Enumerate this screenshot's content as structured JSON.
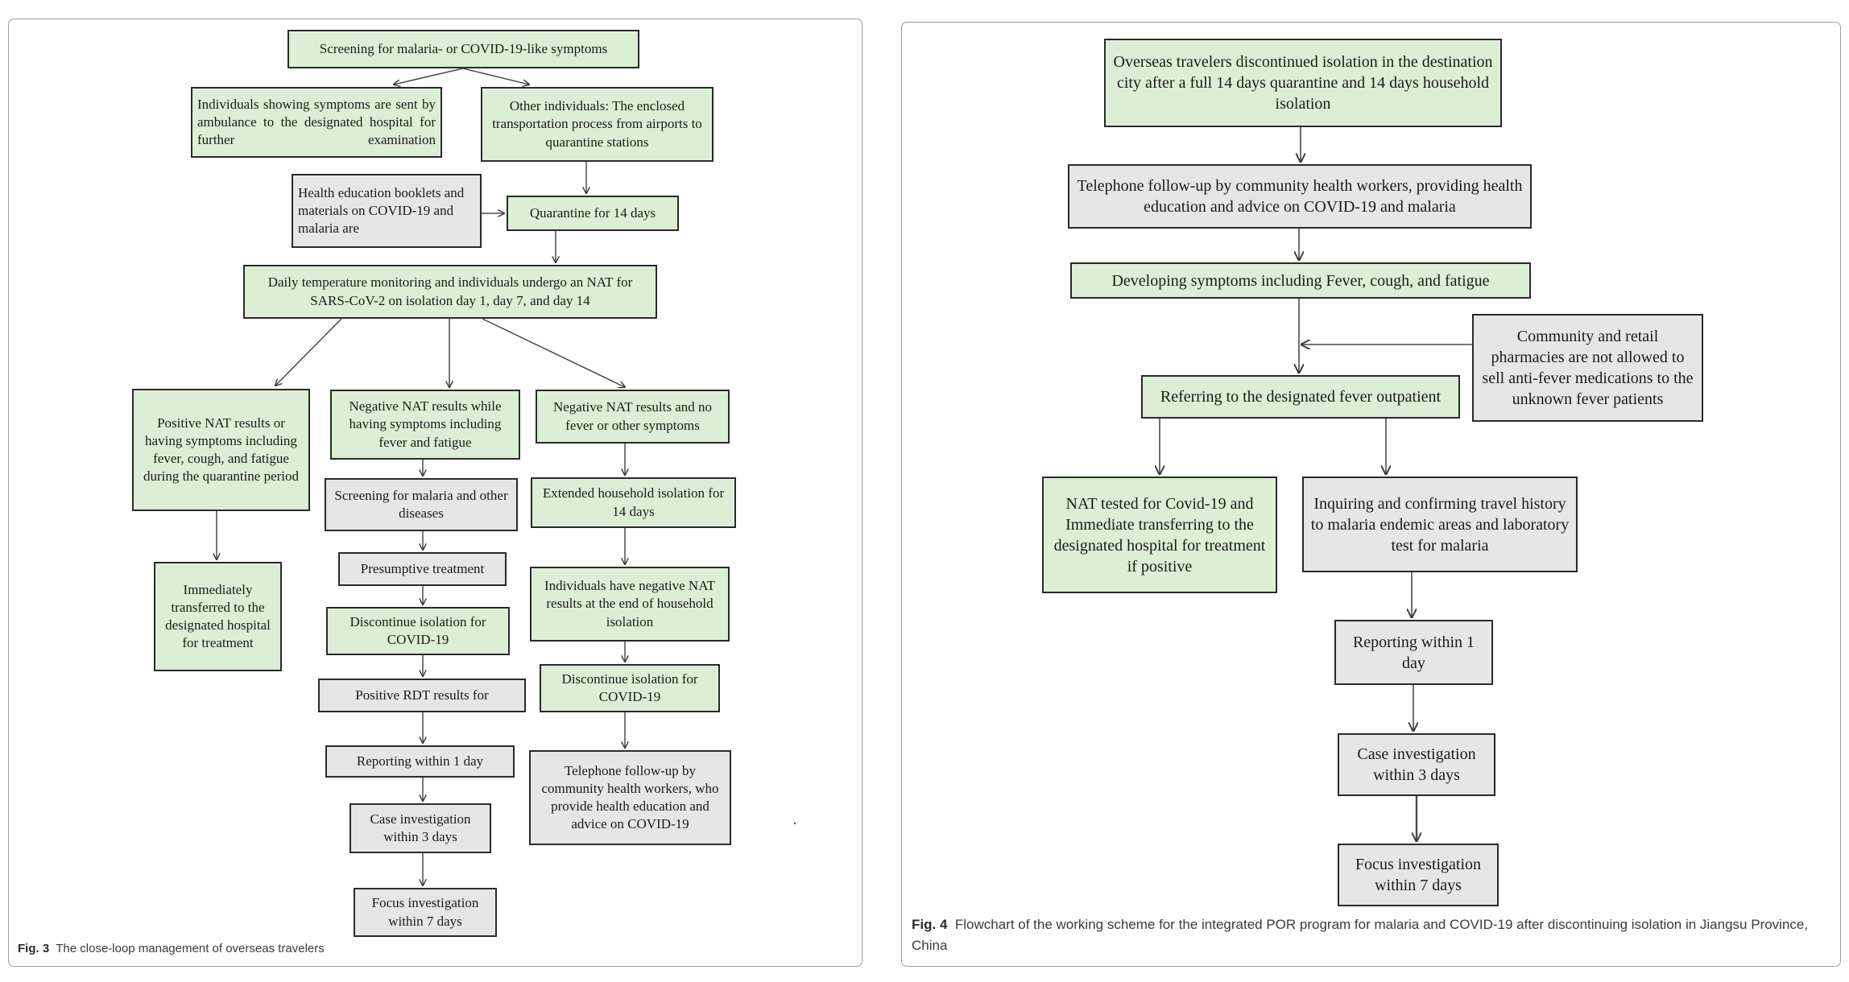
{
  "fig3": {
    "caption_label": "Fig. 3",
    "caption_text": "The close-loop management of overseas travelers",
    "nodes": {
      "screening": "Screening for malaria- or COVID-19-like symptoms",
      "symptomatic": "Individuals showing symptoms are sent by ambulance to the designated hospital for further examination",
      "others": "Other individuals: The enclosed transportation process from airports to quarantine stations",
      "booklets": "Health education booklets and materials on COVID-19 and malaria are",
      "quarantine": "Quarantine for 14 days",
      "monitoring": "Daily temperature monitoring and individuals undergo an NAT for SARS-CoV-2 on isolation day 1, day 7, and day 14",
      "positive": "Positive NAT results or having symptoms including fever, cough, and fatigue during the quarantine period",
      "neg_symptoms": "Negative NAT results while having symptoms including fever and fatigue",
      "neg_nofever": "Negative NAT results and no fever or other symptoms",
      "transferred": "Immediately transferred to the designated hospital for treatment",
      "screen_malaria": "Screening for malaria and other diseases",
      "presumptive": "Presumptive treatment",
      "discontinue_mid": "Discontinue isolation for COVID-19",
      "positive_rdt": "Positive RDT results for",
      "reporting": "Reporting within 1 day",
      "case_inv": "Case investigation within 3 days",
      "focus_inv": "Focus investigation within 7 days",
      "extended": "Extended household isolation for 14 days",
      "neg_end": "Individuals have negative NAT results at the end of household isolation",
      "discontinue_right": "Discontinue isolation for COVID-19",
      "telephone": "Telephone follow-up by community health workers, who provide health education and advice on COVID-19"
    }
  },
  "fig4": {
    "caption_label": "Fig. 4",
    "caption_text": "Flowchart of the working scheme for the integrated POR program for malaria and COVID-19 after discontinuing isolation in Jiangsu Province, China",
    "nodes": {
      "discontinued": "Overseas travelers discontinued isolation in the destination city after a full 14 days quarantine and 14 days household isolation",
      "telephone": "Telephone follow-up by community health workers, providing health education and advice on COVID-19 and malaria",
      "developing": "Developing symptoms including Fever, cough, and fatigue",
      "pharmacies": "Community and retail pharmacies are not allowed to sell anti-fever medications to the unknown fever patients",
      "referring": "Referring to the designated fever outpatient",
      "nat_tested": "NAT tested for Covid-19 and Immediate transferring to the designated hospital for treatment if positive",
      "inquiring": "Inquiring and confirming travel history to malaria endemic areas and laboratory test for malaria",
      "reporting": "Reporting within 1 day",
      "case_inv": "Case investigation within 3 days",
      "focus_inv": "Focus investigation within 7 days"
    }
  },
  "colors": {
    "green_fill": "#dcefd6",
    "gray_fill": "#e6e6e6",
    "border": "#2a2a2a"
  }
}
